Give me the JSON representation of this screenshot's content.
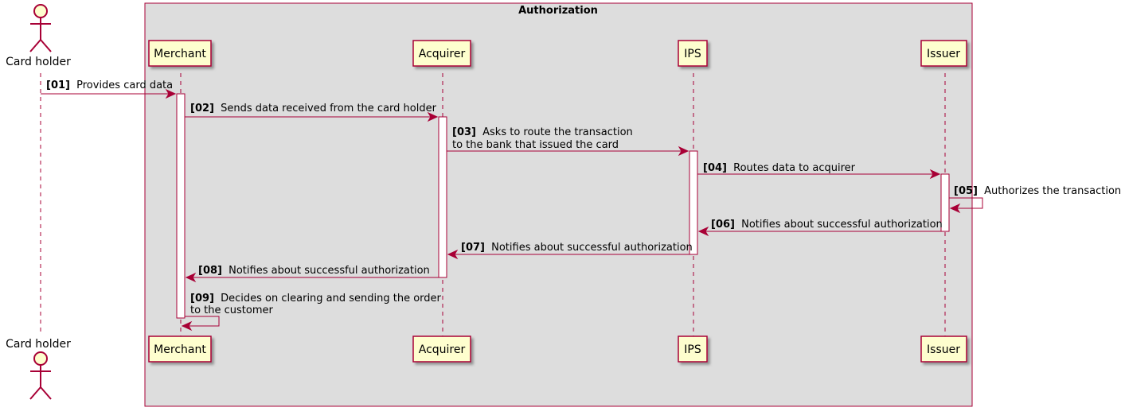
{
  "group": {
    "title": "Authorization"
  },
  "actor": {
    "label": "Card holder"
  },
  "participants": [
    {
      "id": "merchant",
      "label": "Merchant"
    },
    {
      "id": "acquirer",
      "label": "Acquirer"
    },
    {
      "id": "ips",
      "label": "IPS"
    },
    {
      "id": "issuer",
      "label": "Issuer"
    }
  ],
  "messages": [
    {
      "num": "[01]",
      "from": "cardholder",
      "to": "merchant",
      "lines": [
        "Provides card data"
      ]
    },
    {
      "num": "[02]",
      "from": "merchant",
      "to": "acquirer",
      "lines": [
        "Sends data received from the card holder"
      ]
    },
    {
      "num": "[03]",
      "from": "acquirer",
      "to": "ips",
      "lines": [
        "Asks to route the transaction",
        "to the bank that issued the card"
      ]
    },
    {
      "num": "[04]",
      "from": "ips",
      "to": "issuer",
      "lines": [
        "Routes data to acquirer"
      ]
    },
    {
      "num": "[05]",
      "from": "issuer",
      "to": "issuer",
      "lines": [
        "Authorizes the transaction"
      ]
    },
    {
      "num": "[06]",
      "from": "issuer",
      "to": "ips",
      "lines": [
        "Notifies about successful authorization"
      ]
    },
    {
      "num": "[07]",
      "from": "ips",
      "to": "acquirer",
      "lines": [
        "Notifies about successful authorization"
      ]
    },
    {
      "num": "[08]",
      "from": "acquirer",
      "to": "merchant",
      "lines": [
        "Notifies about successful authorization"
      ]
    },
    {
      "num": "[09]",
      "from": "merchant",
      "to": "merchant",
      "lines": [
        "Decides on clearing and sending the order",
        "to the customer"
      ]
    }
  ],
  "colors": {
    "border": "#A80036",
    "participant_fill": "#FEFECE",
    "group_fill": "#DDDDDD"
  }
}
